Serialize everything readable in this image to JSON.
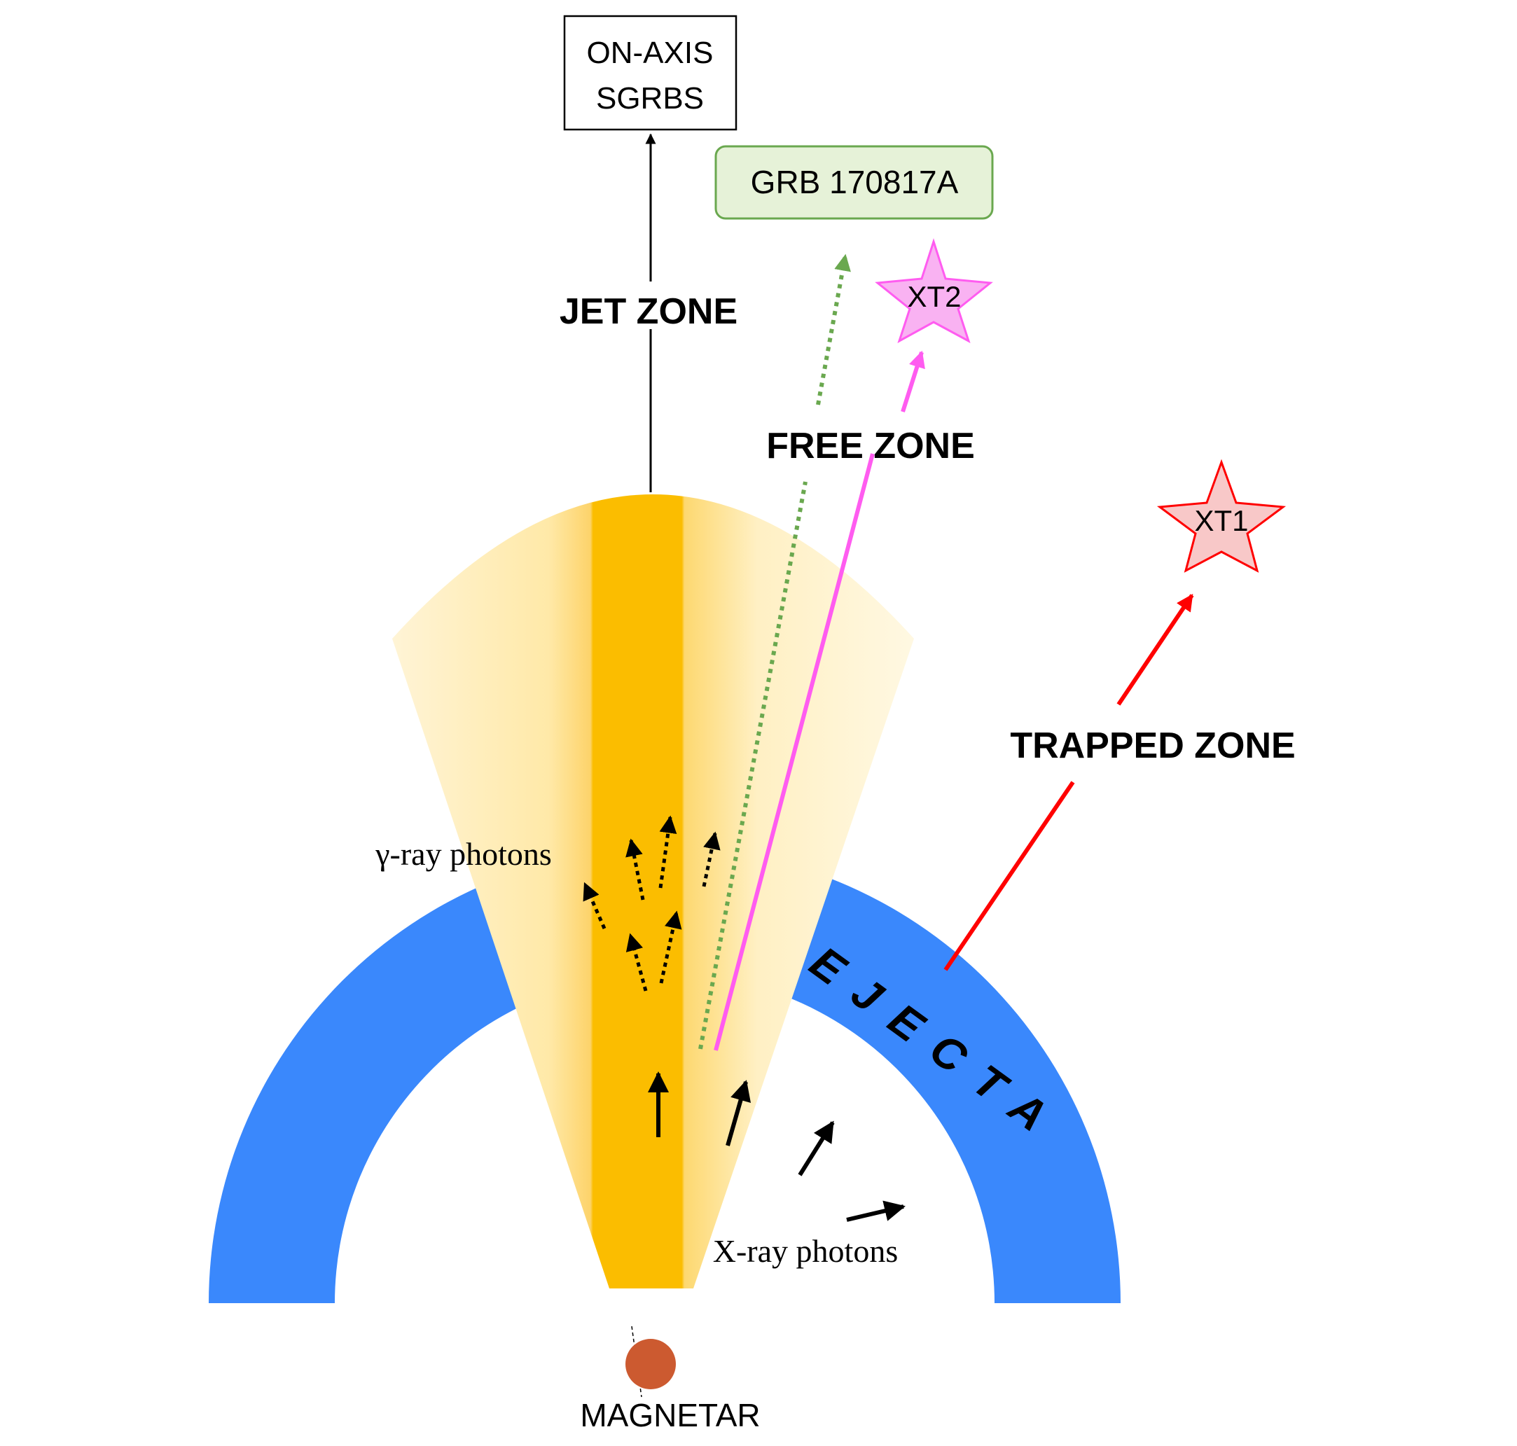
{
  "labels": {
    "on_axis_line1": "ON-AXIS",
    "on_axis_line2": "SGRBS",
    "grb": "GRB 170817A",
    "xt2": "XT2",
    "xt1": "XT1",
    "jet_zone": "JET ZONE",
    "free_zone": "FREE ZONE",
    "trapped_zone": "TRAPPED ZONE",
    "gamma_photons": "γ-ray photons",
    "xray_photons": "X-ray photons",
    "ejecta": "EJECTA",
    "magnetar": "MAGNETAR"
  },
  "colors": {
    "ejecta": "#3a88fc",
    "jet_core": "#fbbd00",
    "jet_outer": "#fff4d6",
    "grb_box_fill": "#e6f2d8",
    "grb_box_stroke": "#6aa84f",
    "grb_arrow": "#6aa84f",
    "xt2": "#ff5cf0",
    "xt2_fill": "#f9b2f2",
    "xt1": "#ff0000",
    "xt1_fill": "#f8c8c8",
    "magnetar": "#cc5a30"
  }
}
